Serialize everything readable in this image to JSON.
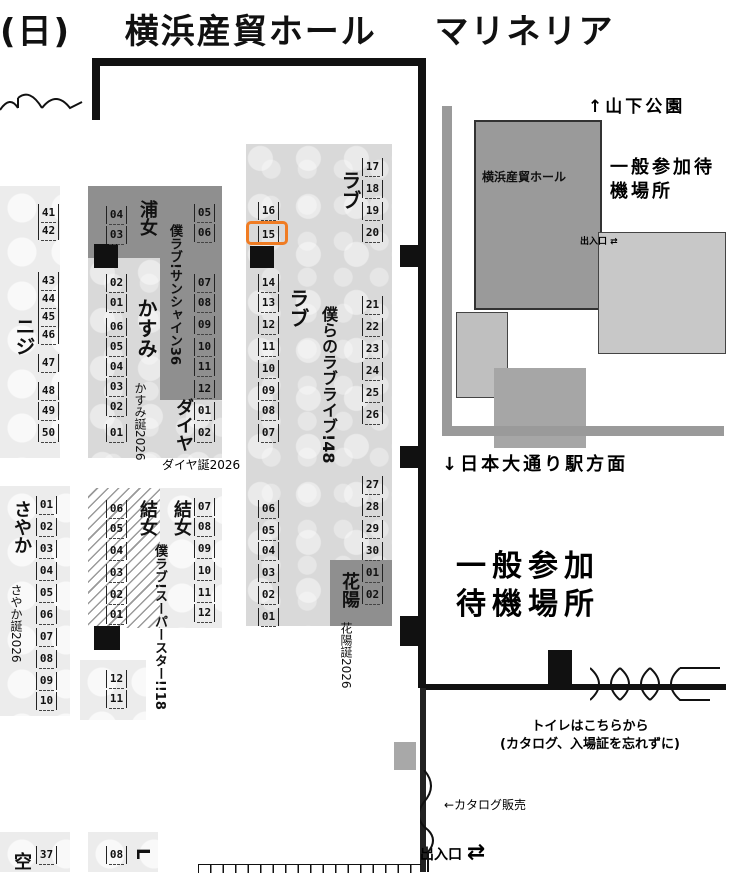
{
  "header": {
    "date": "(日)",
    "hall": "横浜産貿ホール",
    "event": "マリネリア"
  },
  "blocks": {
    "left_edge": {
      "label": "ニジ",
      "nums": [
        "41",
        "42",
        "43",
        "44",
        "45",
        "46",
        "47",
        "48",
        "49",
        "50"
      ]
    },
    "urame": {
      "label": "浦女",
      "circle": "僕ラブ!サンシャイン36",
      "nums_left": [
        "04",
        "03"
      ],
      "nums_right": [
        "05",
        "06"
      ]
    },
    "kasumi": {
      "label": "かすみ",
      "birthday": "かすみ誕2026",
      "nums_left": [
        "02",
        "01",
        "06",
        "05",
        "04",
        "03",
        "02",
        "01"
      ],
      "nums_right": [
        "07",
        "08",
        "09",
        "10",
        "11",
        "12"
      ]
    },
    "daiya": {
      "label": "ダイヤ",
      "birthday": "ダイヤ誕2026",
      "nums": [
        "01",
        "02"
      ]
    },
    "love_upper": {
      "label": "ラブ",
      "nums_left": [
        "16",
        "15"
      ],
      "nums_right": [
        "17",
        "18",
        "19",
        "20"
      ]
    },
    "love_main": {
      "label": "ラブ",
      "circle": "僕らのラブライブ!48",
      "nums_left": [
        "14",
        "13",
        "12",
        "11",
        "10",
        "09",
        "08",
        "07",
        "06",
        "05",
        "04",
        "03",
        "02",
        "01"
      ],
      "nums_right": [
        "21",
        "22",
        "23",
        "24",
        "25",
        "26",
        "27",
        "28",
        "29",
        "30",
        "01",
        "02"
      ]
    },
    "hanahi": {
      "label": "花陽",
      "birthday": "花陽誕2026"
    },
    "yui": {
      "label": "結女",
      "circle": "僕ラブ!スーパースター!!18",
      "nums_left": [
        "06",
        "05",
        "04",
        "03",
        "02",
        "01"
      ],
      "nums_right": [
        "07",
        "08",
        "09",
        "10",
        "11",
        "12"
      ],
      "nums_bottom": [
        "12",
        "11"
      ]
    },
    "sayaka": {
      "label": "さやか",
      "birthday": "さやか誕2026",
      "nums": [
        "01",
        "02",
        "03",
        "04",
        "05",
        "06",
        "07",
        "08",
        "09",
        "10"
      ]
    },
    "bottom_left": {
      "label": "空",
      "num": "37"
    },
    "bottom_mid": {
      "label": "L",
      "num": "08"
    }
  },
  "inset": {
    "road": "山下公園",
    "hall": "横浜産貿ホール",
    "waiting": "一般参加待機場所",
    "entrance": "出入口",
    "station": "日本大通り駅方面"
  },
  "right": {
    "waiting": "一般参加待機場所",
    "toilet_line1": "トイレはこちらから",
    "toilet_line2": "(カタログ、入場証を忘れずに)",
    "catalog": "←カタログ販売",
    "entrance": "出入口"
  },
  "highlight": {
    "selected_space": "15",
    "color": "#f07c23"
  },
  "colors": {
    "block_gray": "#d9d9d9",
    "dark_gray": "#8f8f8f",
    "wall": "#111111",
    "highlight": "#f07c23"
  }
}
